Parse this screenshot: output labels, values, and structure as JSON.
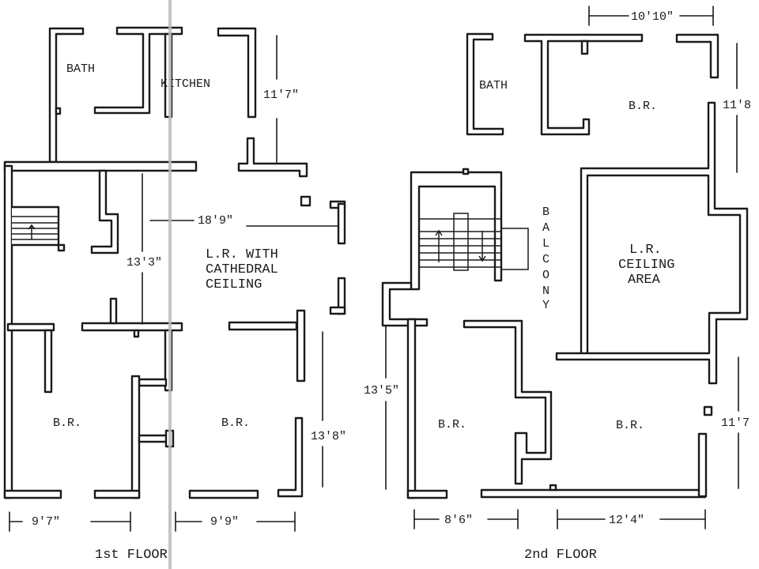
{
  "floors": [
    {
      "title": "1st FLOOR",
      "rooms": {
        "bath": "BATH",
        "kitchen": "KITCHEN",
        "living_room_lines": [
          "L.R. WITH",
          "CATHEDRAL",
          "CEILING"
        ],
        "bedroom_left": "B.R.",
        "bedroom_right": "B.R."
      },
      "dimensions": {
        "kitchen_depth": "11'7\"",
        "living_room_width": "18'9\"",
        "living_room_depth": "13'3\"",
        "bedroom_depth": "13'8\"",
        "bedroom_left_width": "9'7\"",
        "bedroom_right_width": "9'9\""
      }
    },
    {
      "title": "2nd FLOOR",
      "rooms": {
        "bath": "BATH",
        "bedroom_top": "B.R.",
        "balcony_letters": [
          "B",
          "A",
          "L",
          "C",
          "O",
          "N",
          "Y"
        ],
        "ceiling_area_lines": [
          "L.R.",
          "CEILING",
          "AREA"
        ],
        "bedroom_left": "B.R.",
        "bedroom_right": "B.R."
      },
      "dimensions": {
        "top_bedroom_width": "10'10\"",
        "top_bedroom_depth": "11'8",
        "bedroom_left_depth": "13'5\"",
        "bedroom_right_depth": "11'7",
        "bedroom_left_width": "8'6\"",
        "bedroom_right_width": "12'4\""
      }
    }
  ],
  "colors": {
    "ink": "#1a1a1a",
    "paper": "#ffffff",
    "scan_line": "#b9b9c3"
  }
}
